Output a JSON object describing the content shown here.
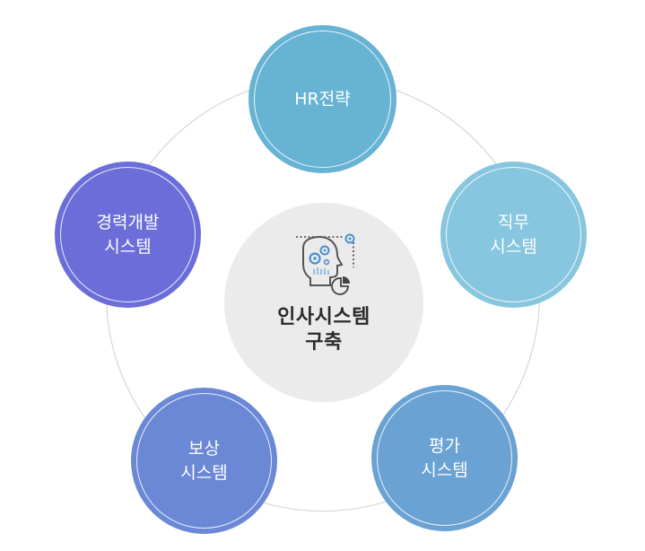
{
  "center": {
    "title_line1": "인사시스템",
    "title_line2": "구축",
    "icon": "ai-head-gears-icon"
  },
  "nodes": {
    "hr_strategy": {
      "line1": "HR전략",
      "color": "#67b3d4"
    },
    "job_system": {
      "line1": "직무",
      "line2": "시스템",
      "color": "#87c6df"
    },
    "evaluation_system": {
      "line1": "평가",
      "line2": "시스템",
      "color": "#6aa2d3"
    },
    "compensation_system": {
      "line1": "보상",
      "line2": "시스템",
      "color": "#6a88d6"
    },
    "career_development_system": {
      "line1": "경력개발",
      "line2": "시스템",
      "color": "#6b6ed8"
    }
  }
}
